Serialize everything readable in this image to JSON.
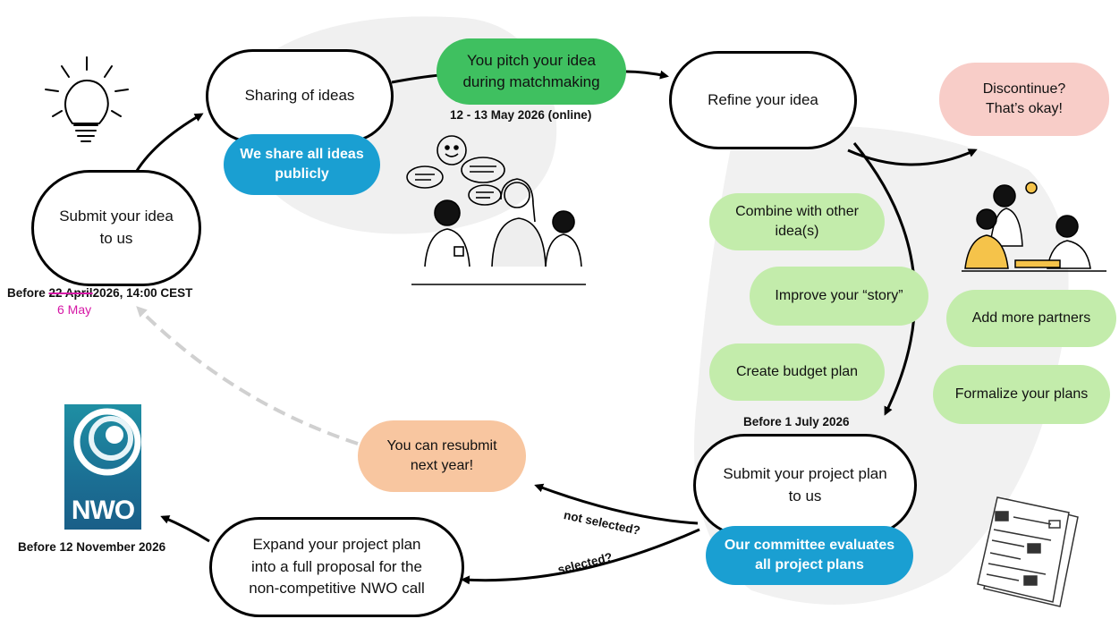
{
  "nodes": {
    "submit_idea": "Submit your idea\nto us",
    "sharing": "Sharing of ideas",
    "share_public": "We share all ideas\npublicly",
    "pitch": "You pitch your idea\nduring matchmaking",
    "refine": "Refine your idea",
    "discontinue": "Discontinue?\nThat’s okay!",
    "combine": "Combine with other\nidea(s)",
    "improve": "Improve your “story”",
    "budget": "Create budget plan",
    "add_partners": "Add more partners",
    "formalize": "Formalize your plans",
    "submit_plan": "Submit your project plan\nto us",
    "committee": "Our committee evaluates\nall project plans",
    "resubmit": "You can resubmit\nnext year!",
    "expand": "Expand your project plan\ninto a full proposal for the\nnon-competitive NWO call"
  },
  "labels": {
    "deadline_idea_prefix": "Before",
    "deadline_idea_old": "22 April",
    "deadline_idea_rest": "2026, 14:00 CEST",
    "deadline_idea_new": "6 May",
    "matchmaking_date": "12 - 13 May 2026 (online)",
    "deadline_plan": "Before 1 July 2026",
    "deadline_proposal": "Before 12 November 2026",
    "not_selected": "not selected?",
    "selected": "selected?"
  },
  "logo": {
    "text": "NWO"
  },
  "colors": {
    "green": "#c3ecab",
    "dark_green": "#3fc060",
    "blue": "#1a9fd2",
    "pink": "#f8cdc8",
    "peach": "#f8c6a0",
    "magenta": "#d617a6"
  }
}
